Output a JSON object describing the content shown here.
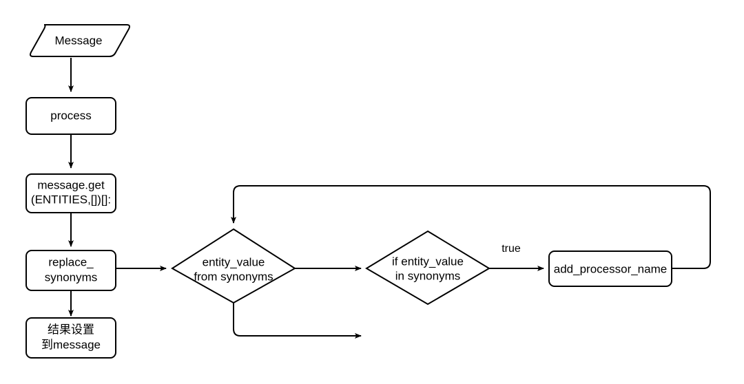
{
  "diagram": {
    "title": "message entity synonym replacement flowchart",
    "type": "flowchart",
    "background_color": "#ffffff",
    "stroke_color": "#000000",
    "fill_color": "#ffffff",
    "nodes": [
      {
        "id": "message",
        "shape": "parallelogram",
        "label_lines": [
          "Message"
        ],
        "line1": "Message"
      },
      {
        "id": "process",
        "shape": "rounded-rectangle",
        "label_lines": [
          "process"
        ],
        "line1": "process"
      },
      {
        "id": "message-get",
        "shape": "rounded-rectangle",
        "label_lines": [
          "message.get",
          "(ENTITIES,[])[]:"
        ],
        "line1": "message.get",
        "line2": "(ENTITIES,[])[]:"
      },
      {
        "id": "replace-synonyms",
        "shape": "rounded-rectangle",
        "label_lines": [
          "replace_",
          "synonyms"
        ],
        "line1": "replace_",
        "line2": "synonyms"
      },
      {
        "id": "set-result-to-message",
        "shape": "rounded-rectangle",
        "label_lines": [
          "结果设置",
          "到message"
        ],
        "line1": "结果设置",
        "line2": "到message"
      },
      {
        "id": "entity-value-from-synonyms",
        "shape": "diamond",
        "label_lines": [
          "entity_value",
          "from synonyms"
        ],
        "line1": "entity_value",
        "line2": "from synonyms"
      },
      {
        "id": "if-entity-value-in-synonyms",
        "shape": "diamond",
        "label_lines": [
          "if entity_value",
          "in synonyms"
        ],
        "line1": "if entity_value",
        "line2": "in synonyms"
      },
      {
        "id": "add-processor-name",
        "shape": "rounded-rectangle",
        "label_lines": [
          "add_processor_name"
        ],
        "line1": "add_processor_name"
      }
    ],
    "edges": [
      {
        "id": "message-to-process",
        "from": "message",
        "to": "process",
        "label": ""
      },
      {
        "id": "process-to-message-get",
        "from": "process",
        "to": "message-get",
        "label": ""
      },
      {
        "id": "message-get-to-replace-synonyms",
        "from": "message-get",
        "to": "replace-synonyms",
        "label": ""
      },
      {
        "id": "replace-synonyms-to-set-result",
        "from": "replace-synonyms",
        "to": "set-result-to-message",
        "label": ""
      },
      {
        "id": "replace-synonyms-to-loop-head",
        "from": "replace-synonyms",
        "to": "entity-value-from-synonyms",
        "label": ""
      },
      {
        "id": "loop-head-to-if-check",
        "from": "entity-value-from-synonyms",
        "to": "if-entity-value-in-synonyms",
        "label": ""
      },
      {
        "id": "if-check-true-to-add-processor",
        "from": "if-entity-value-in-synonyms",
        "to": "add-processor-name",
        "label": "true"
      },
      {
        "id": "add-processor-back-to-loop-head",
        "from": "add-processor-name",
        "to": "entity-value-from-synonyms",
        "label": ""
      },
      {
        "id": "loop-head-exit",
        "from": "entity-value-from-synonyms",
        "to": "",
        "label": ""
      }
    ],
    "edge_labels": {
      "true": "true"
    }
  }
}
